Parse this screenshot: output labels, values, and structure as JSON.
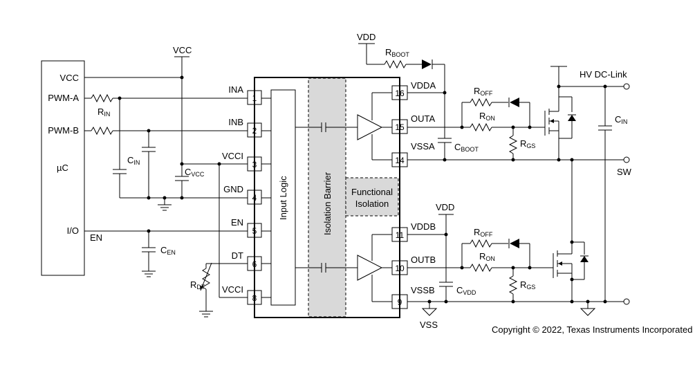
{
  "mcu": {
    "name": "µC",
    "pins": {
      "vcc": "VCC",
      "pwm_a": "PWM-A",
      "pwm_b": "PWM-B",
      "io": "I/O"
    }
  },
  "rails": {
    "vcc_top": "VCC",
    "vdd_top": "VDD",
    "vdd_mid": "VDD",
    "vss": "VSS"
  },
  "nets": {
    "en": "EN",
    "hv_dc_link": "HV DC-Link",
    "sw": "SW"
  },
  "components": {
    "rin": {
      "main": "R",
      "sub": "IN"
    },
    "cin_left": {
      "main": "C",
      "sub": "IN"
    },
    "cvcc": {
      "main": "C",
      "sub": "VCC"
    },
    "cen": {
      "main": "C",
      "sub": "EN"
    },
    "rdt": {
      "main": "R",
      "sub": "DT"
    },
    "rboot": {
      "main": "R",
      "sub": "BOOT"
    },
    "cboot": {
      "main": "C",
      "sub": "BOOT"
    },
    "roff_a": {
      "main": "R",
      "sub": "OFF"
    },
    "ron_a": {
      "main": "R",
      "sub": "ON"
    },
    "rgs_a": {
      "main": "R",
      "sub": "GS"
    },
    "roff_b": {
      "main": "R",
      "sub": "OFF"
    },
    "ron_b": {
      "main": "R",
      "sub": "ON"
    },
    "rgs_b": {
      "main": "R",
      "sub": "GS"
    },
    "cvdd": {
      "main": "C",
      "sub": "VDD"
    },
    "cin_right": {
      "main": "C",
      "sub": "IN"
    }
  },
  "ic": {
    "left_pins": [
      {
        "num": "1",
        "name": "INA"
      },
      {
        "num": "2",
        "name": "INB"
      },
      {
        "num": "3",
        "name": "VCCI"
      },
      {
        "num": "4",
        "name": "GND"
      },
      {
        "num": "5",
        "name": "EN"
      },
      {
        "num": "6",
        "name": "DT"
      },
      {
        "num": "8",
        "name": "VCCI"
      }
    ],
    "right_pins": [
      {
        "num": "16",
        "name": "VDDA"
      },
      {
        "num": "15",
        "name": "OUTA"
      },
      {
        "num": "14",
        "name": "VSSA"
      },
      {
        "num": "11",
        "name": "VDDB"
      },
      {
        "num": "10",
        "name": "OUTB"
      },
      {
        "num": "9",
        "name": "VSSB"
      }
    ],
    "input_logic": "Input Logic",
    "isolation_barrier": "Isolation Barrier",
    "functional_isolation": [
      "Functional",
      "Isolation"
    ]
  },
  "copyright": "Copyright © 2022, Texas Instruments Incorporated"
}
